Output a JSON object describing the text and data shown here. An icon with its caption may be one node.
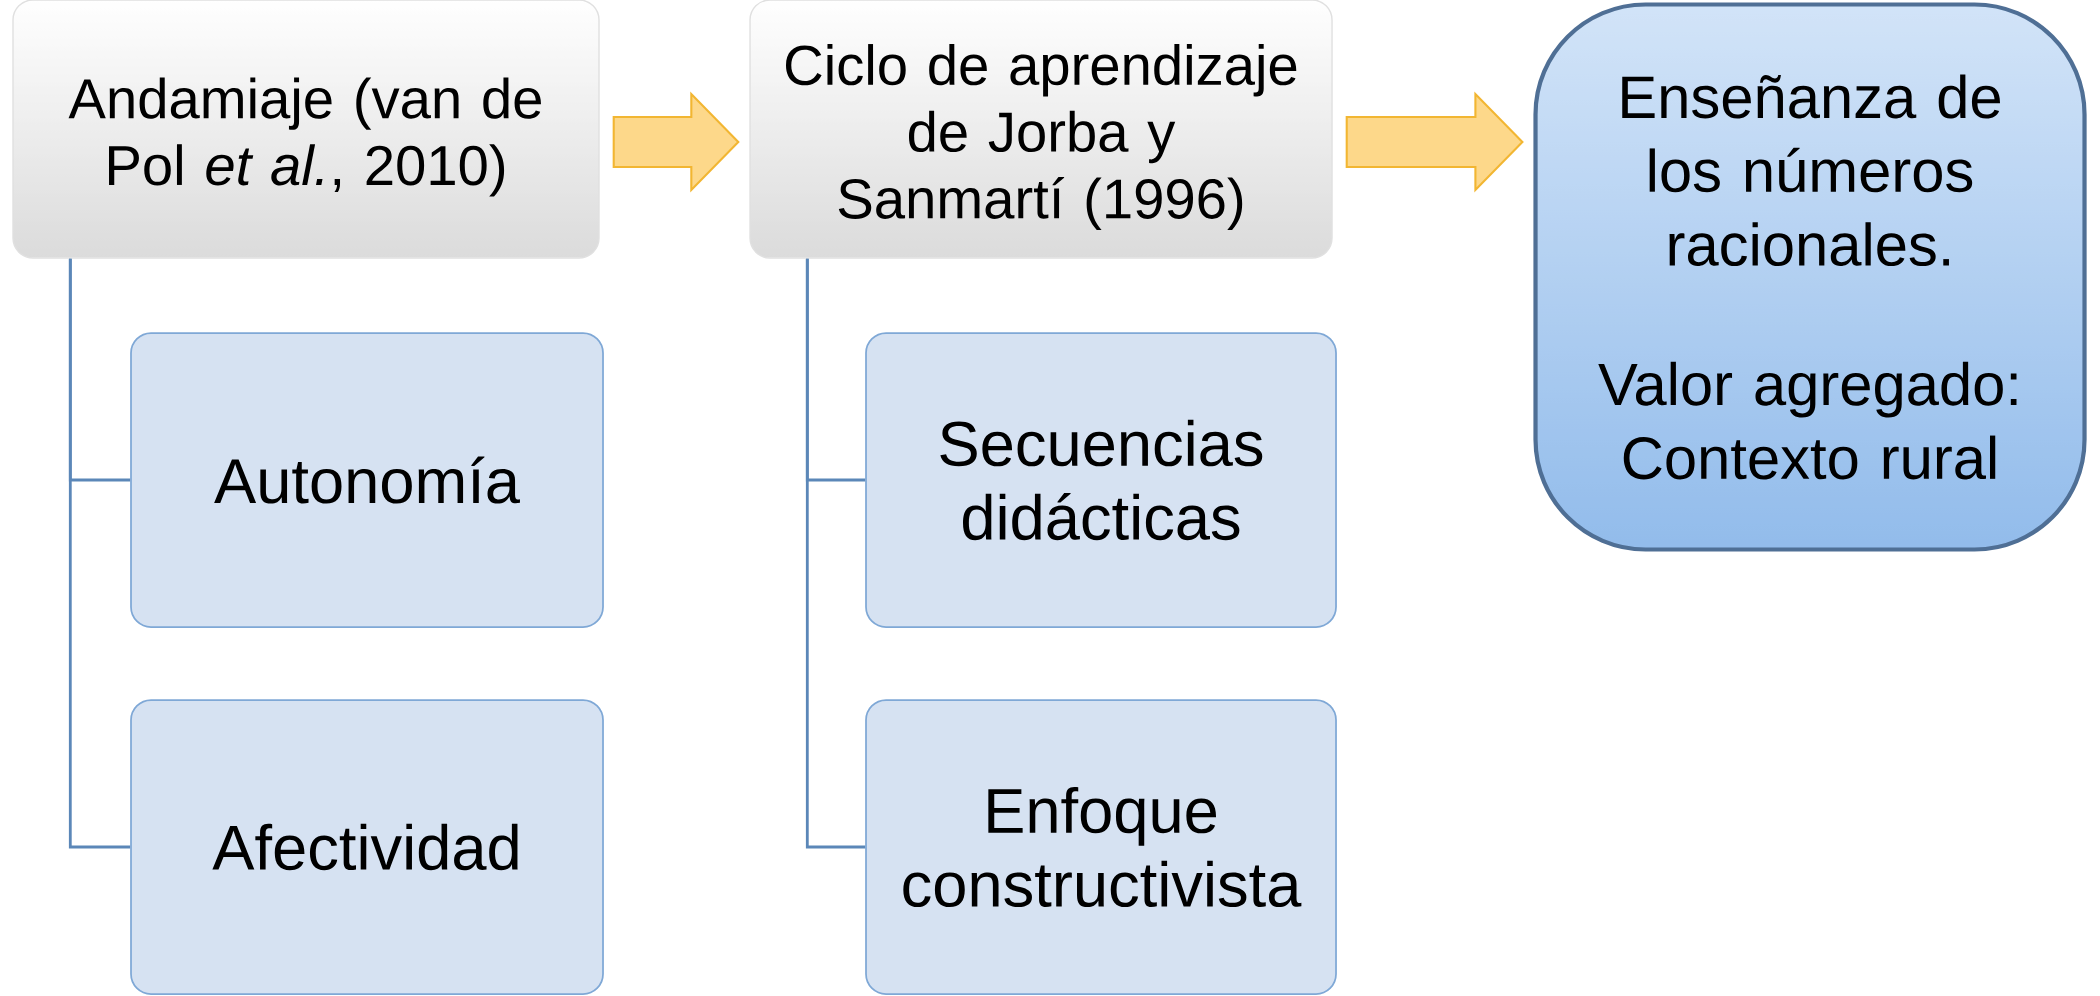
{
  "diagram": {
    "nodes": [
      {
        "text": [
          "Andamiaje (van de Pol *et al.*, 2010)"
        ]
      },
      {
        "text": [
          "Autonomía"
        ]
      },
      {
        "text": [
          "Afectividad"
        ]
      },
      {
        "text": [
          "Ciclo de aprendizaje de Jorba y Sanmartí (1996)"
        ]
      },
      {
        "text": [
          "Secuencias didácticas"
        ]
      },
      {
        "text": [
          "Enfoque constructivista"
        ]
      },
      {
        "text": [
          "Enseñanza de los números racionales.",
          "Valor agregado: Contexto rural"
        ]
      }
    ],
    "edges": [
      {
        "from": 0,
        "to": 3,
        "arrow": "to",
        "style": "thick"
      },
      {
        "from": 3,
        "to": 6,
        "arrow": "to",
        "style": "thick"
      },
      {
        "from": 0,
        "to": 1,
        "arrow": "none"
      },
      {
        "from": 0,
        "to": 2,
        "arrow": "none"
      },
      {
        "from": 3,
        "to": 4,
        "arrow": "none"
      },
      {
        "from": 3,
        "to": 5,
        "arrow": "none"
      }
    ]
  }
}
